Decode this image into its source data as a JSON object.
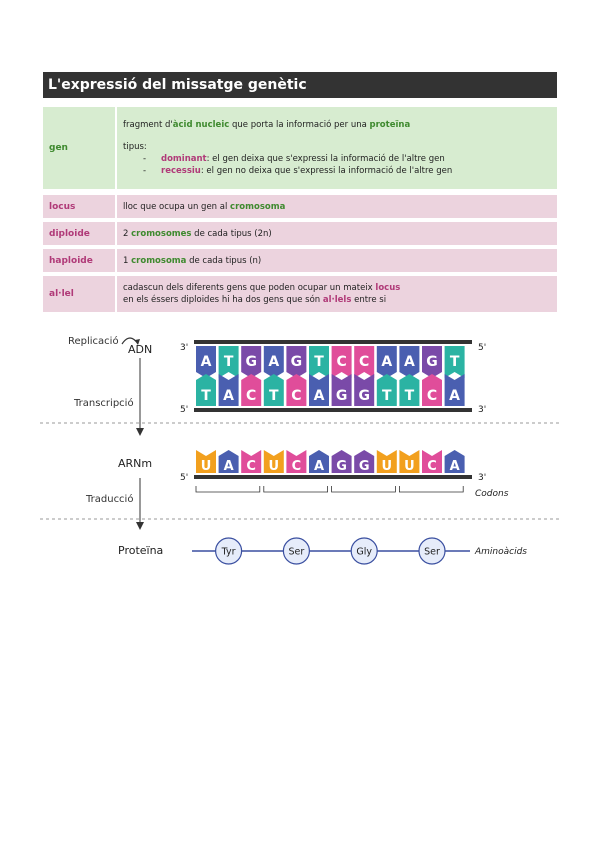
{
  "title": "L'expressió del missatge genètic",
  "colors": {
    "green_bg": "#d7ecd0",
    "pink_bg": "#ecd3de",
    "green_kw": "#3f8a2f",
    "pink_kw": "#b03a78",
    "title_bg": "#333333"
  },
  "glossary": {
    "gen": {
      "term": "gen",
      "def_part1": "fragment d'",
      "def_kw1": "àcid nucleic",
      "def_part2": " que porta la informació per una ",
      "def_kw2": "proteïna",
      "types_label": "tipus:",
      "dominant_dash": "-",
      "dominant_kw": "dominant",
      "dominant_text": ": el gen deixa que s'expressi la informació de l'altre gen",
      "recessive_dash": "-",
      "recessive_kw": "recessiu",
      "recessive_text": ": el gen no deixa que s'expressi la informació de l'altre gen"
    },
    "locus": {
      "term": "locus",
      "def_part1": "lloc que ocupa un gen al ",
      "def_kw1": "cromosoma"
    },
    "diploide": {
      "term": "diploide",
      "def_part1": "2 ",
      "def_kw1": "cromosomes",
      "def_part2": " de cada tipus (2n)"
    },
    "haploide": {
      "term": "haploide",
      "def_part1": "1 ",
      "def_kw1": "cromosoma",
      "def_part2": " de cada tipus (n)"
    },
    "allel": {
      "term": "al·lel",
      "line1_text": "cadascun dels diferents gens que poden ocupar un mateix ",
      "line1_kw": "locus",
      "line2_text": "en els éssers diploides hi ha dos gens que són ",
      "line2_kw": "al·lels",
      "line2_end": " entre si"
    }
  },
  "diagram": {
    "replication_label": "Replicació",
    "dna_label": "ADN",
    "transcription_label": "Transcripció",
    "mrna_label": "ARNm",
    "translation_label": "Traducció",
    "protein_label": "Proteïna",
    "codons_label": "Codons",
    "aminoacids_label": "Aminoàcids",
    "end_3": "3'",
    "end_5": "5'",
    "dna_top": [
      "A",
      "T",
      "G",
      "A",
      "G",
      "T",
      "C",
      "C",
      "A",
      "A",
      "G",
      "T"
    ],
    "dna_bottom": [
      "T",
      "A",
      "C",
      "T",
      "C",
      "A",
      "G",
      "G",
      "T",
      "T",
      "C",
      "A"
    ],
    "mrna": [
      "U",
      "A",
      "C",
      "U",
      "C",
      "A",
      "G",
      "G",
      "U",
      "U",
      "C",
      "A"
    ],
    "aminoacids": [
      "Tyr",
      "Ser",
      "Gly",
      "Ser"
    ],
    "base_colors": {
      "A": "#4a5fb0",
      "T": "#2bb3a3",
      "G": "#7a4aa8",
      "C": "#e04d9a",
      "U": "#f2a01e"
    }
  }
}
